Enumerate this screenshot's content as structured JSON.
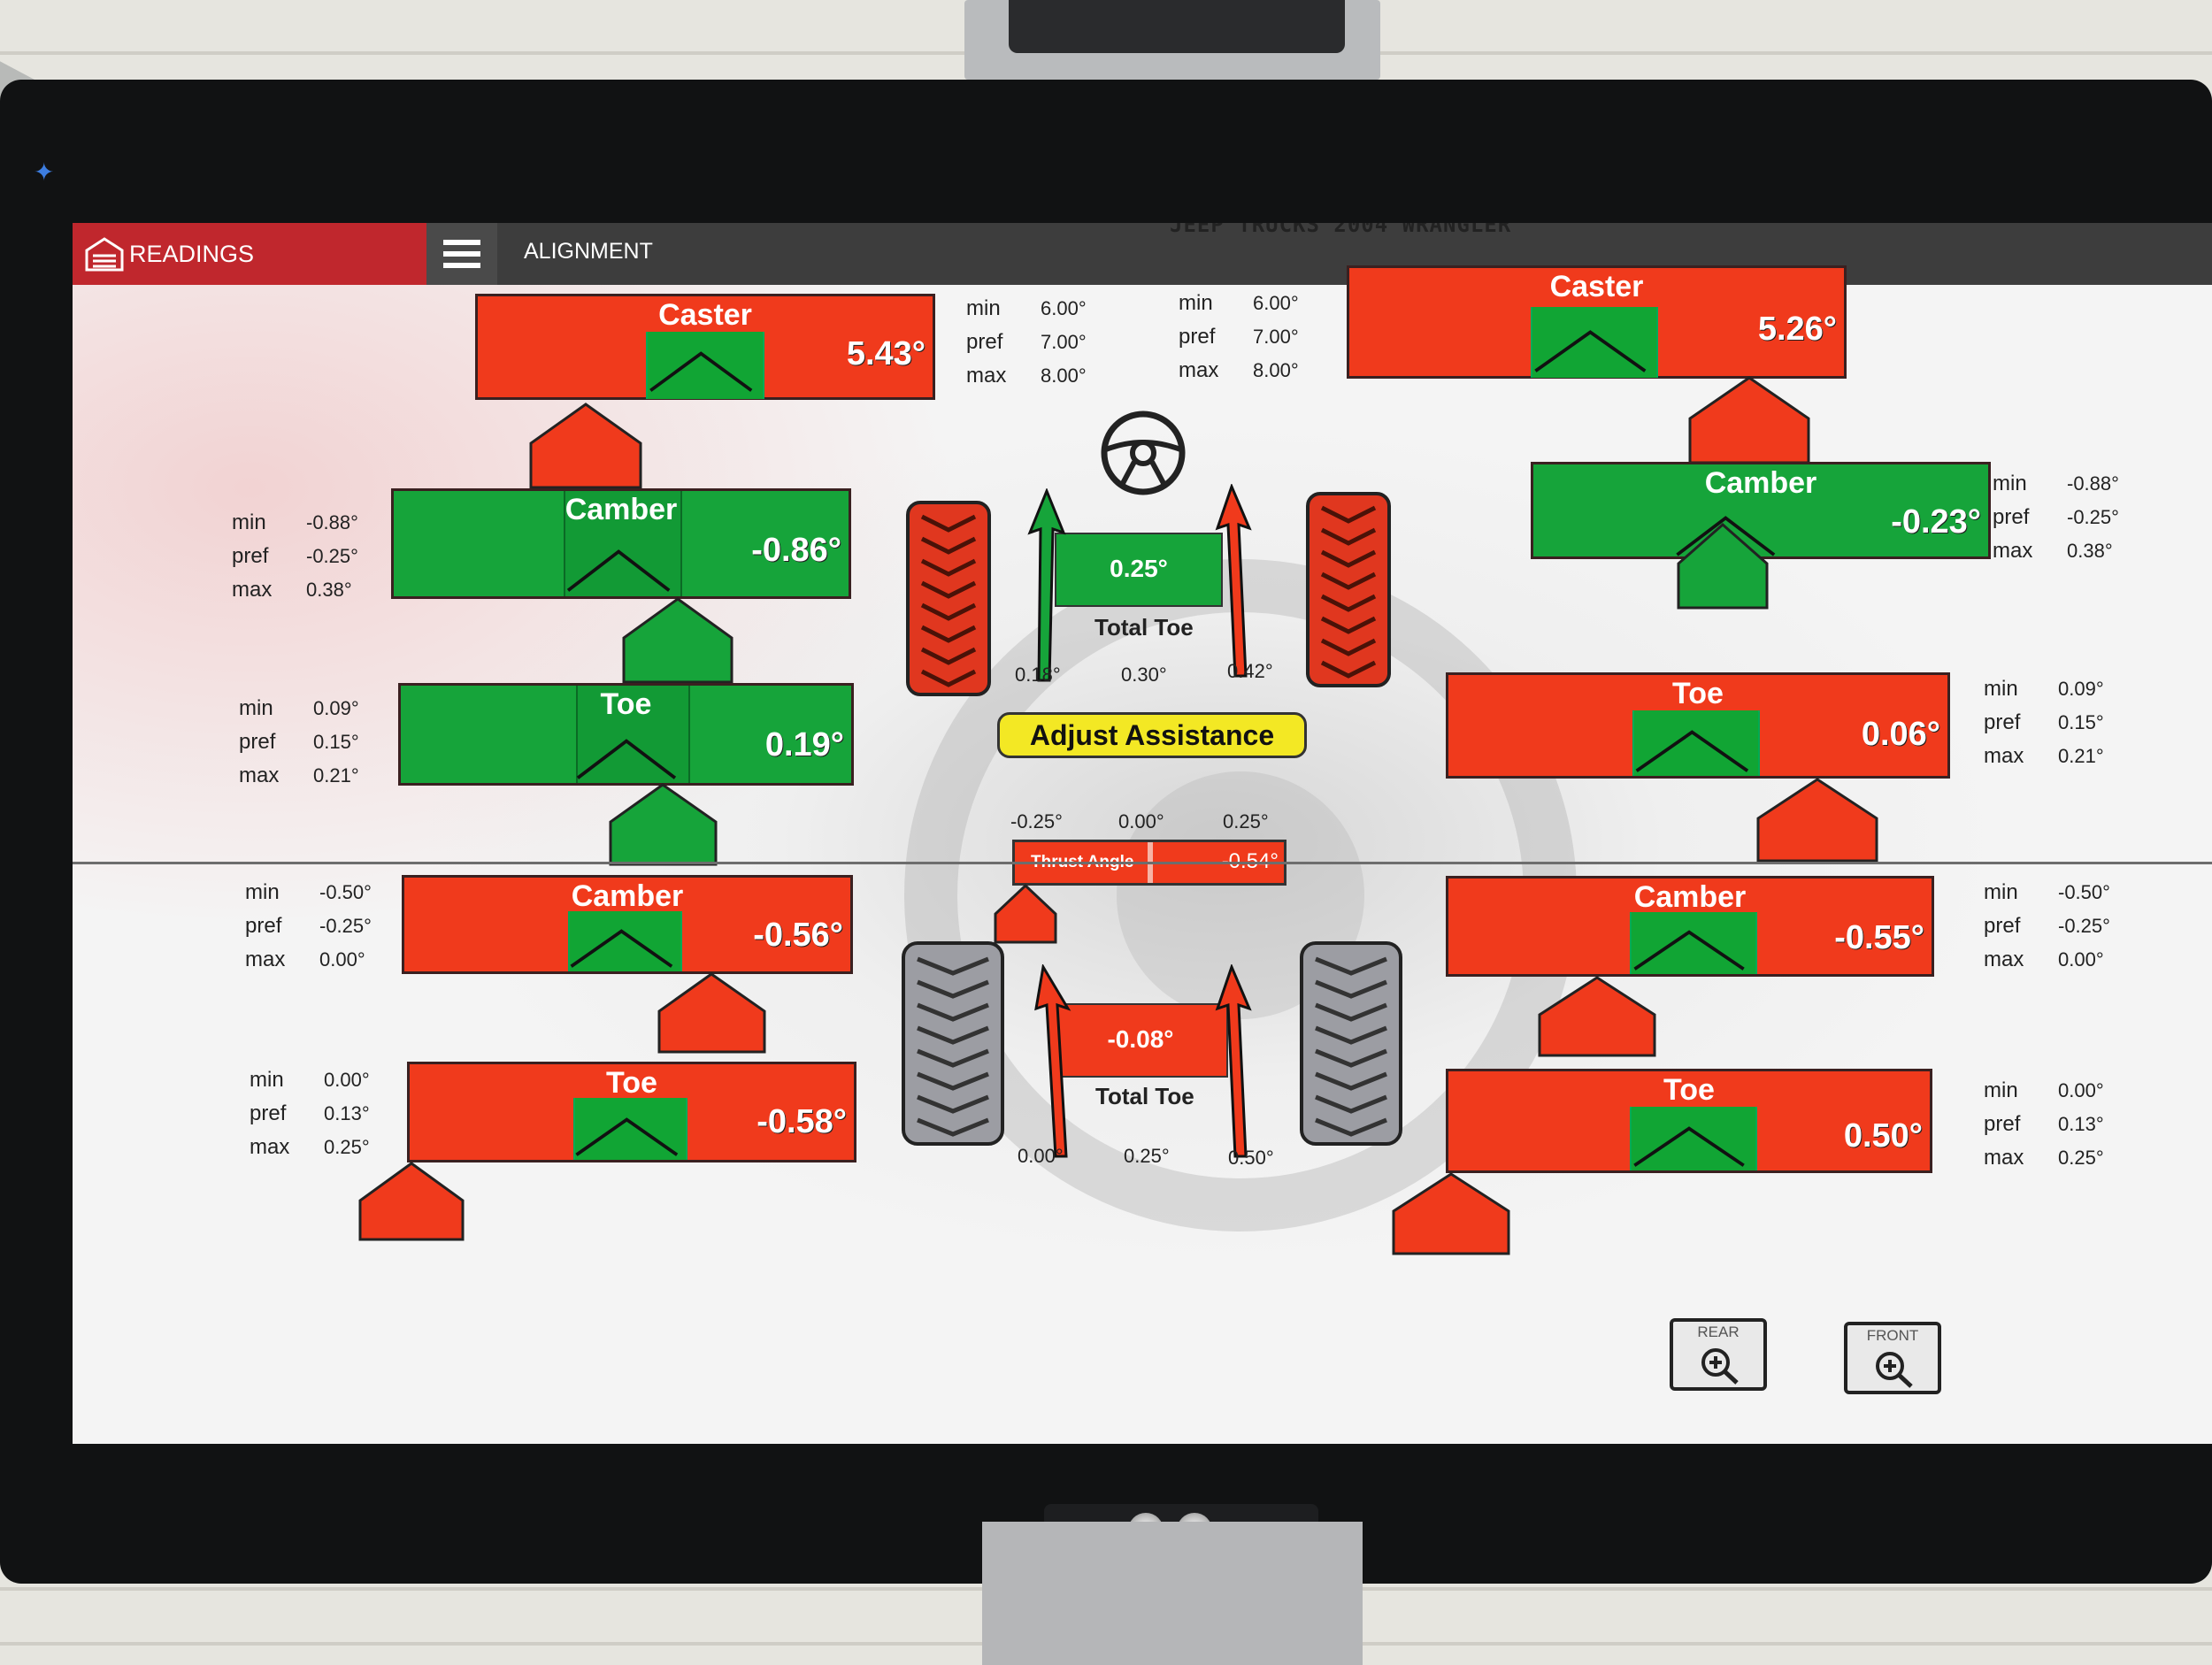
{
  "header": {
    "readings_tab": "READINGS",
    "alignment_tab": "ALIGNMENT",
    "vehicle": "JEEP TRUCKS 2004 WRANGLER"
  },
  "spec_labels": {
    "min": "min",
    "pref": "pref",
    "max": "max"
  },
  "front_left": {
    "caster": {
      "title": "Caster",
      "value": "5.43°",
      "status": "red"
    },
    "camber": {
      "title": "Camber",
      "value": "-0.86°",
      "status": "green"
    },
    "toe": {
      "title": "Toe",
      "value": "0.19°",
      "status": "green"
    },
    "caster_spec": {
      "min": "6.00°",
      "pref": "7.00°",
      "max": "8.00°"
    },
    "camber_spec": {
      "min": "-0.88°",
      "pref": "-0.25°",
      "max": "0.38°"
    },
    "toe_spec": {
      "min": "0.09°",
      "pref": "0.15°",
      "max": "0.21°"
    }
  },
  "front_right": {
    "caster": {
      "title": "Caster",
      "value": "5.26°",
      "status": "red"
    },
    "camber": {
      "title": "Camber",
      "value": "-0.23°",
      "status": "green"
    },
    "toe": {
      "title": "Toe",
      "value": "0.06°",
      "status": "red"
    },
    "caster_spec": {
      "min": "6.00°",
      "pref": "7.00°",
      "max": "8.00°"
    },
    "camber_spec": {
      "min": "-0.88°",
      "pref": "-0.25°",
      "max": "0.38°"
    },
    "toe_spec": {
      "min": "0.09°",
      "pref": "0.15°",
      "max": "0.21°"
    }
  },
  "front_total_toe": {
    "label": "Total Toe",
    "value": "0.25°",
    "min": "0.18°",
    "pref": "0.30°",
    "max": "0.42°",
    "status": "green"
  },
  "adjust_assistance": "Adjust Assistance",
  "thrust": {
    "label": "Thrust Angle",
    "value": "-0.54°",
    "min": "-0.25°",
    "pref": "0.00°",
    "max": "0.25°"
  },
  "rear_left": {
    "camber": {
      "title": "Camber",
      "value": "-0.56°",
      "status": "red"
    },
    "toe": {
      "title": "Toe",
      "value": "-0.58°",
      "status": "red"
    },
    "camber_spec": {
      "min": "-0.50°",
      "pref": "-0.25°",
      "max": "0.00°"
    },
    "toe_spec": {
      "min": "0.00°",
      "pref": "0.13°",
      "max": "0.25°"
    }
  },
  "rear_right": {
    "camber": {
      "title": "Camber",
      "value": "-0.55°",
      "status": "red"
    },
    "toe": {
      "title": "Toe",
      "value": "0.50°",
      "status": "red"
    },
    "camber_spec": {
      "min": "-0.50°",
      "pref": "-0.25°",
      "max": "0.00°"
    },
    "toe_spec": {
      "min": "0.00°",
      "pref": "0.13°",
      "max": "0.25°"
    }
  },
  "rear_total_toe": {
    "label": "Total Toe",
    "value": "-0.08°",
    "min": "0.00°",
    "pref": "0.25°",
    "max": "0.50°",
    "status": "red"
  },
  "zoom": {
    "rear": "REAR",
    "front": "FRONT"
  },
  "colors": {
    "out_of_spec": "#f03a1c",
    "in_spec": "#16a43a",
    "adjust": "#f3e824",
    "header_red": "#c0272d"
  }
}
